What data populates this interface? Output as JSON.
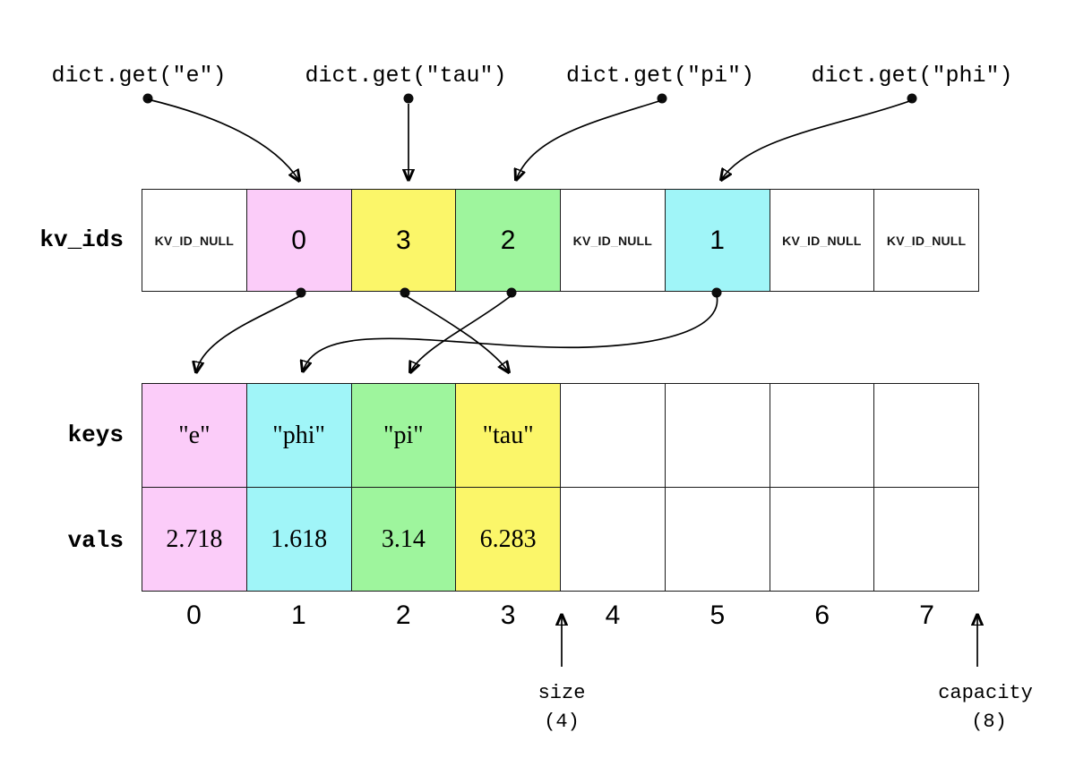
{
  "colors": {
    "pink": "#fbccf9",
    "cyan": "#a0f5f8",
    "green": "#9ef59d",
    "yellow": "#fbf669"
  },
  "queries": [
    {
      "label": "dict.get(\"e\")"
    },
    {
      "label": "dict.get(\"tau\")"
    },
    {
      "label": "dict.get(\"pi\")"
    },
    {
      "label": "dict.get(\"phi\")"
    }
  ],
  "kv_ids": {
    "label": "kv_ids",
    "cells": [
      {
        "text": "KV_ID_NULL",
        "color": ""
      },
      {
        "text": "0",
        "color": "pink"
      },
      {
        "text": "3",
        "color": "yellow"
      },
      {
        "text": "2",
        "color": "green"
      },
      {
        "text": "KV_ID_NULL",
        "color": ""
      },
      {
        "text": "1",
        "color": "cyan"
      },
      {
        "text": "KV_ID_NULL",
        "color": ""
      },
      {
        "text": "KV_ID_NULL",
        "color": ""
      }
    ]
  },
  "keys": {
    "label": "keys",
    "cells": [
      {
        "text": "\"e\"",
        "color": "pink"
      },
      {
        "text": "\"phi\"",
        "color": "cyan"
      },
      {
        "text": "\"pi\"",
        "color": "green"
      },
      {
        "text": "\"tau\"",
        "color": "yellow"
      },
      {
        "text": "",
        "color": ""
      },
      {
        "text": "",
        "color": ""
      },
      {
        "text": "",
        "color": ""
      },
      {
        "text": "",
        "color": ""
      }
    ]
  },
  "vals": {
    "label": "vals",
    "cells": [
      {
        "text": "2.718",
        "color": "pink"
      },
      {
        "text": "1.618",
        "color": "cyan"
      },
      {
        "text": "3.14",
        "color": "green"
      },
      {
        "text": "6.283",
        "color": "yellow"
      },
      {
        "text": "",
        "color": ""
      },
      {
        "text": "",
        "color": ""
      },
      {
        "text": "",
        "color": ""
      },
      {
        "text": "",
        "color": ""
      }
    ]
  },
  "indices": [
    "0",
    "1",
    "2",
    "3",
    "4",
    "5",
    "6",
    "7"
  ],
  "annotations": {
    "size_label": "size",
    "size_value": "(4)",
    "capacity_label": "capacity",
    "capacity_value": "(8)"
  },
  "links": {
    "query_to_slot": [
      {
        "query": "dict.get(\"e\")",
        "kv_ids_slot": 1
      },
      {
        "query": "dict.get(\"tau\")",
        "kv_ids_slot": 2
      },
      {
        "query": "dict.get(\"pi\")",
        "kv_ids_slot": 3
      },
      {
        "query": "dict.get(\"phi\")",
        "kv_ids_slot": 5
      }
    ],
    "slot_to_entry": [
      {
        "kv_ids_slot": 1,
        "kv_id": 0,
        "entry_index": 0
      },
      {
        "kv_ids_slot": 2,
        "kv_id": 3,
        "entry_index": 3
      },
      {
        "kv_ids_slot": 3,
        "kv_id": 2,
        "entry_index": 2
      },
      {
        "kv_ids_slot": 5,
        "kv_id": 1,
        "entry_index": 1
      }
    ]
  }
}
